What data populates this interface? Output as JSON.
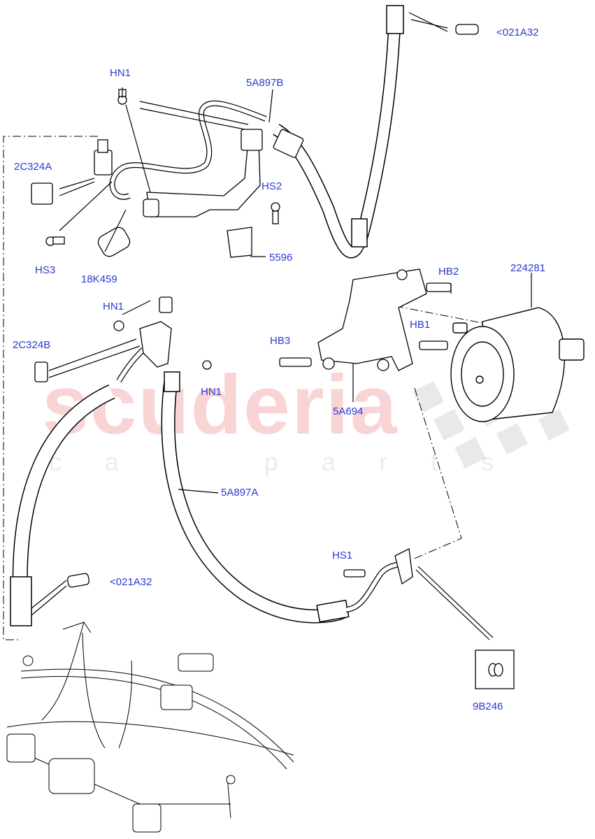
{
  "watermark": {
    "brand": "scuderia",
    "sub": "car parts"
  },
  "callouts": {
    "c021a32_top": "<021A32",
    "hn1_top": "HN1",
    "c5a897b": "5A897B",
    "c2c324a": "2C324A",
    "hs2": "HS2",
    "hs3": "HS3",
    "c18k459": "18K459",
    "c5596": "5596",
    "hb2": "HB2",
    "c224281": "224281",
    "hn1_mid": "HN1",
    "hb1": "HB1",
    "hb3": "HB3",
    "c2c324b": "2C324B",
    "hn1_right": "HN1",
    "c5a694": "5A694",
    "c5a897a": "5A897A",
    "hs1": "HS1",
    "c021a32_bottom": "<021A32",
    "c9b246": "9B246"
  },
  "colors": {
    "label": "#2a3ccf",
    "line": "#000000",
    "watermark": "#f6c6c8"
  }
}
